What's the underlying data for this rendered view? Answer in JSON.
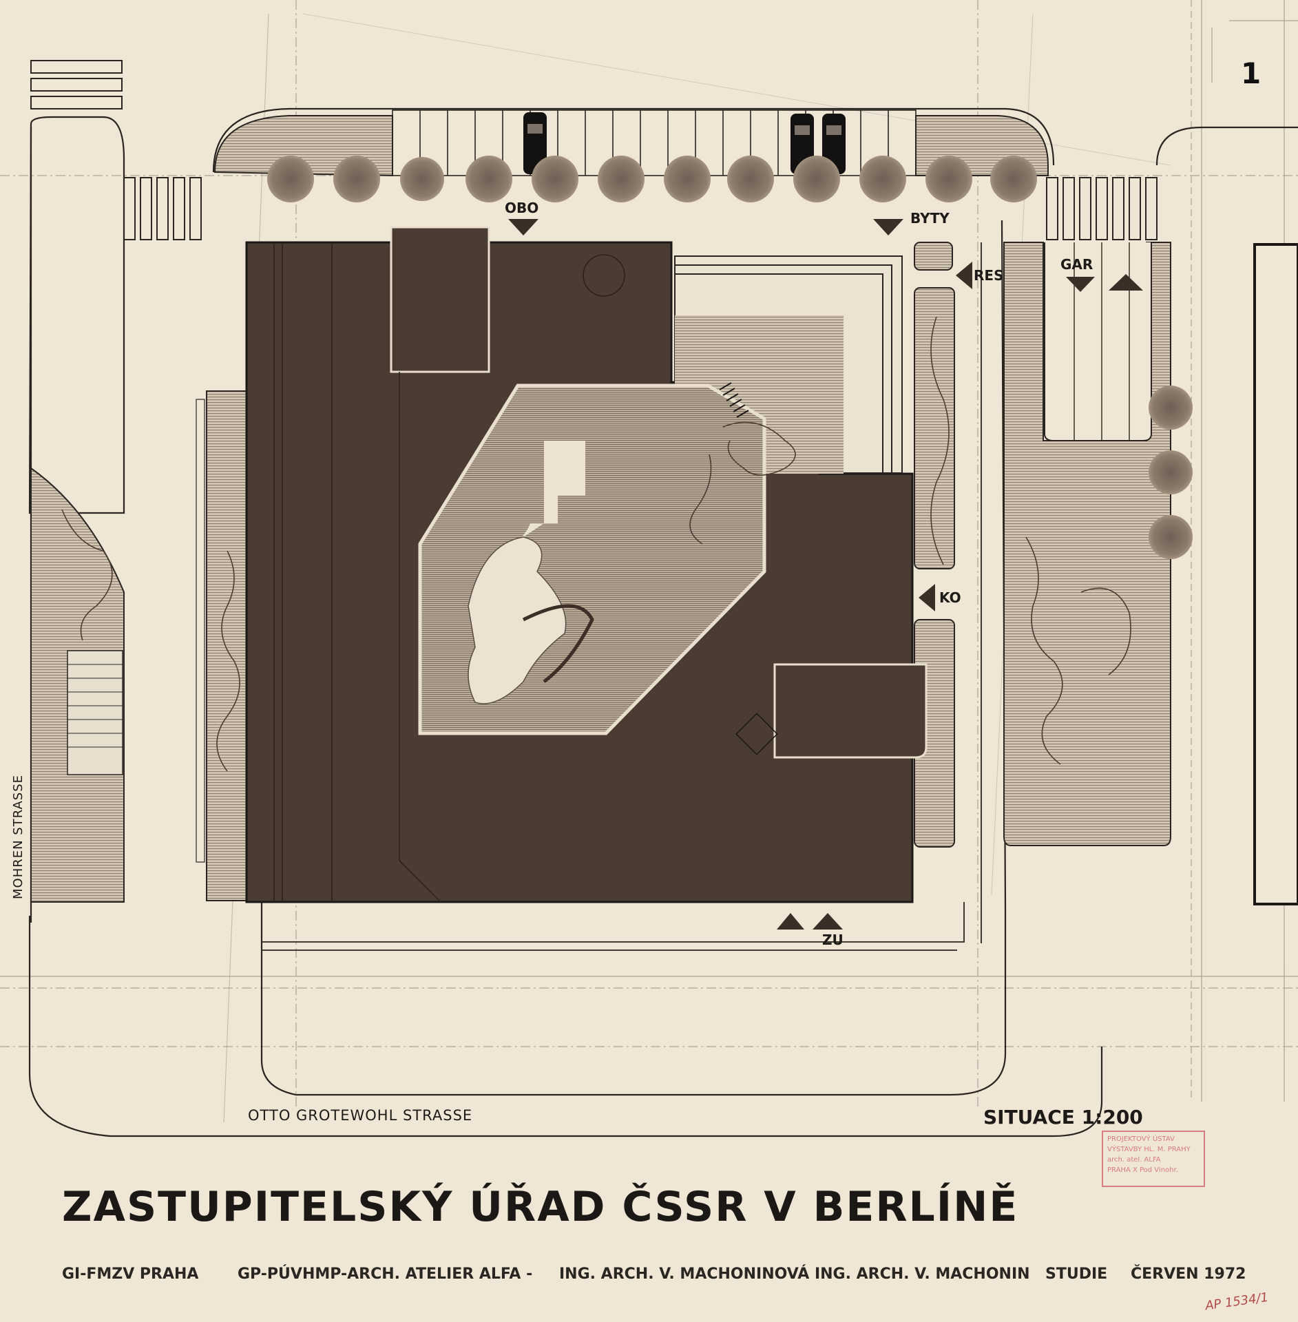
{
  "sheet_number": "1",
  "labels": {
    "obo": "OBO",
    "byty": "BYTY",
    "res": "RES",
    "gar": "GAR",
    "ko": "KO",
    "zu": "ZU"
  },
  "streets": {
    "west": "MOHREN STRASSE",
    "south": "OTTO GROTEWOHL STRASSE"
  },
  "scale_label": "SITUACE  1:200",
  "title": "ZASTUPITELSKÝ  ÚŘAD ČSSR  V BERLÍNĚ",
  "credits": {
    "client": "GI-FMZV PRAHA",
    "studio": "GP-PÚVHMP-ARCH. ATELIER ALFA  -",
    "architects": "ING. ARCH. V. MACHONINOVÁ  ING. ARCH. V. MACHONIN",
    "phase": "STUDIE",
    "date": "ČERVEN 1972"
  },
  "stamp": {
    "line1": "PROJEKTOVÝ ÚSTAV",
    "line2": "VÝSTAVBY HL. M. PRAHY",
    "line3": "arch. atel. ALFA",
    "line4": "PRAHA X Pod Vinohr."
  },
  "archive_number": "AP 1534/1",
  "colors": {
    "paper": "#efe6d6",
    "building": "#4a3c33",
    "hatch": "#8c7e70",
    "ink": "#2a2521",
    "stamp": "#d36a70"
  }
}
